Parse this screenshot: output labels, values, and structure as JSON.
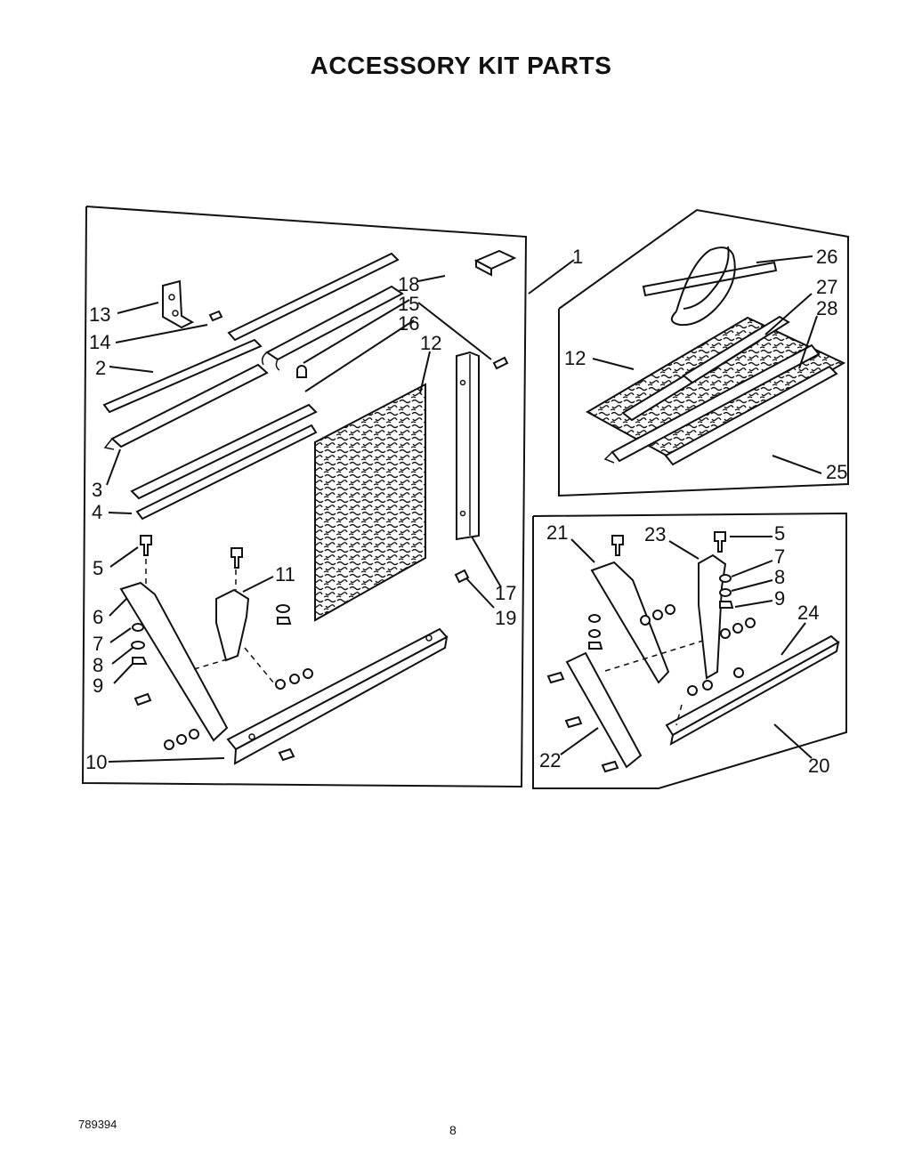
{
  "title": "ACCESSORY KIT PARTS",
  "doc_number": "789394",
  "page_number": "8",
  "callouts": {
    "main": [
      "1",
      "13",
      "14",
      "2",
      "3",
      "4",
      "18",
      "15",
      "16",
      "12",
      "17",
      "19",
      "5",
      "6",
      "7",
      "8",
      "9",
      "10",
      "11"
    ],
    "upper_right": [
      "26",
      "27",
      "28",
      "12",
      "25"
    ],
    "lower_right": [
      "21",
      "23",
      "5",
      "7",
      "8",
      "9",
      "24",
      "22",
      "20"
    ]
  }
}
